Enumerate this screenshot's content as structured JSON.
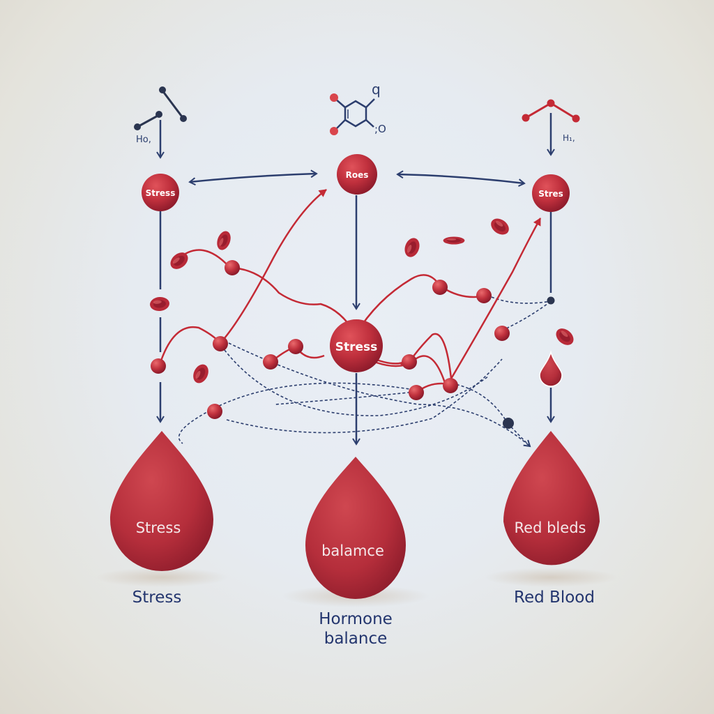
{
  "diagram": {
    "title": "",
    "colors": {
      "node_red": "#b3283a",
      "node_red_light": "#d9474f",
      "node_red_dark": "#8c1a2a",
      "arrow_navy": "#2c3e6e",
      "caption_navy": "#23356e",
      "dot_navy": "#2b3550",
      "background": "#e7ecf3"
    },
    "molecules": [
      {
        "id": "left-molecule",
        "label": "Hᴏ,",
        "color": "#2b3550"
      },
      {
        "id": "center-molecule",
        "label_top": "q",
        "label_side": ";O",
        "color": "#2c3e6e"
      },
      {
        "id": "right-molecule",
        "label": "H₁,",
        "color": "#c42a35"
      }
    ],
    "top_nodes": [
      {
        "id": "left",
        "label": "Stress"
      },
      {
        "id": "center",
        "label": "Roes"
      },
      {
        "id": "right",
        "label": "Stres"
      }
    ],
    "center_node": {
      "label": "Stress"
    },
    "drops": [
      {
        "id": "left",
        "inner_label": "Stress",
        "caption": "Stress"
      },
      {
        "id": "center",
        "inner_label": "balamce",
        "caption": "Hormone\nbalance"
      },
      {
        "id": "right",
        "inner_label": "Red bleds",
        "caption": "Red Blood"
      }
    ],
    "connectors": [
      {
        "from": "left-top-node",
        "to": "center-top-node",
        "type": "bidirectional"
      },
      {
        "from": "center-top-node",
        "to": "right-top-node",
        "type": "bidirectional"
      },
      {
        "from": "left-top-node",
        "to": "left-drop",
        "type": "arrow-down"
      },
      {
        "from": "center-top-node",
        "to": "center-node",
        "type": "arrow-down"
      },
      {
        "from": "center-node",
        "to": "center-drop",
        "type": "arrow-down"
      },
      {
        "from": "right-top-node",
        "to": "right-drop",
        "type": "arrow-down"
      }
    ],
    "small_blood_drop": {
      "label": ""
    }
  }
}
